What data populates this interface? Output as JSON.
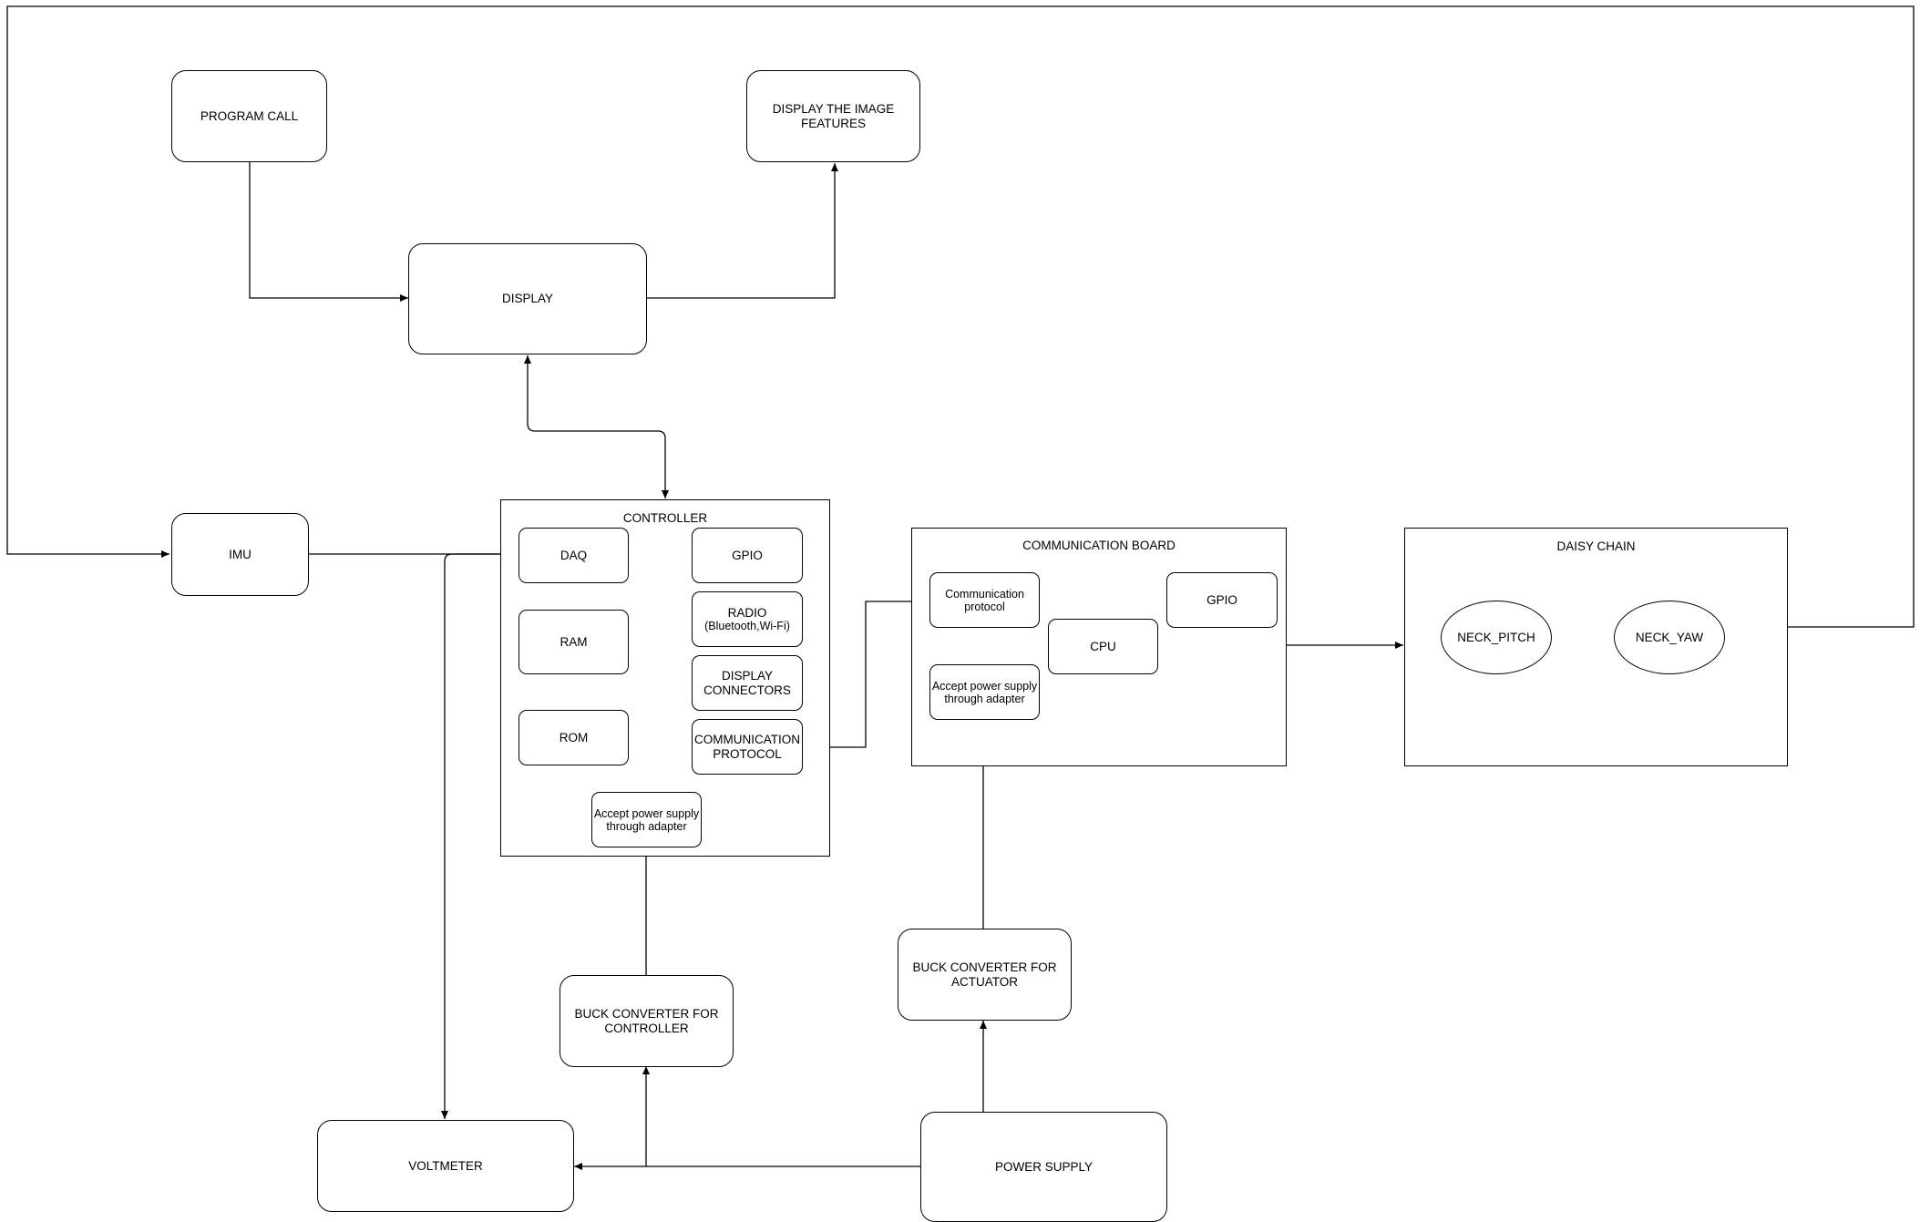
{
  "nodes": {
    "program_call": "PROGRAM CALL",
    "display_image_features": "DISPLAY THE IMAGE FEATURES",
    "display": "DISPLAY",
    "imu": "IMU",
    "controller": "CONTROLLER",
    "daq": "DAQ",
    "gpio_controller": "GPIO",
    "ram": "RAM",
    "radio": "RADIO",
    "radio_sub": "(Bluetooth,Wi-Fi)",
    "display_connectors": "DISPLAY CONNECTORS",
    "rom": "ROM",
    "communication_protocol_controller": "COMMUNICATION PROTOCOL",
    "power_adapter_controller": "Accept power supply through adapter",
    "communication_board": "COMMUNICATION BOARD",
    "communication_protocol_board": "Communication protocol",
    "cpu": "CPU",
    "gpio_board": "GPIO",
    "power_adapter_board": "Accept power supply through adapter",
    "daisy_chain": "DAISY CHAIN",
    "neck_pitch": "NECK_PITCH",
    "neck_yaw": "NECK_YAW",
    "buck_converter_controller": "BUCK CONVERTER FOR CONTROLLER",
    "buck_converter_actuator": "BUCK CONVERTER FOR ACTUATOR",
    "voltmeter": "VOLTMETER",
    "power_supply": "POWER SUPPLY"
  }
}
